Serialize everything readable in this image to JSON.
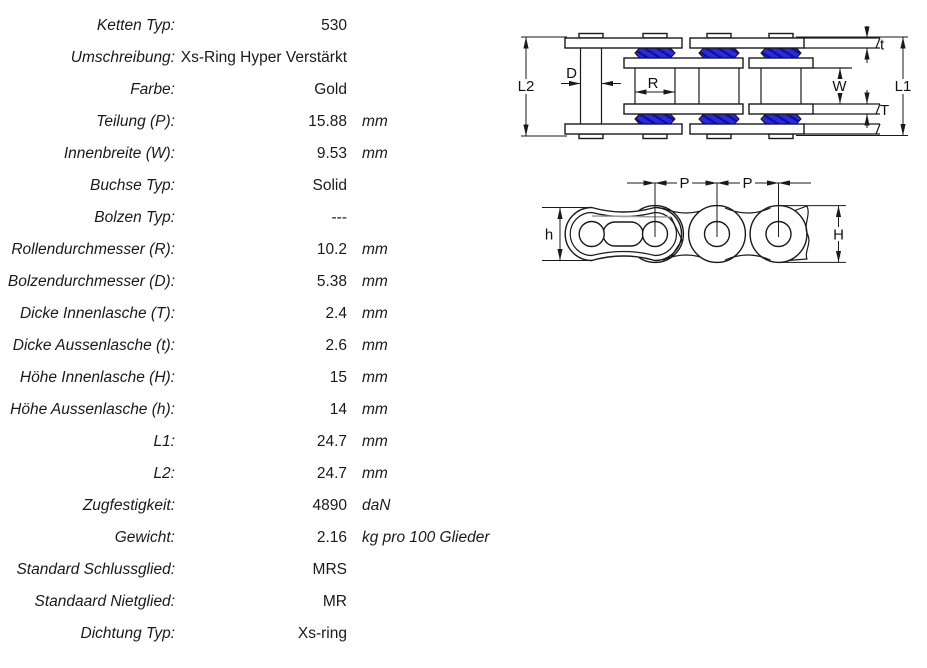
{
  "spec_table": {
    "rows": [
      {
        "label": "Ketten Typ:",
        "value": "530",
        "unit": ""
      },
      {
        "label": "Umschreibung:",
        "value": "Xs-Ring Hyper Verstärkt",
        "unit": ""
      },
      {
        "label": "Farbe:",
        "value": "Gold",
        "unit": ""
      },
      {
        "label": "Teilung (P):",
        "value": "15.88",
        "unit": "mm"
      },
      {
        "label": "Innenbreite (W):",
        "value": "9.53",
        "unit": "mm"
      },
      {
        "label": "Buchse Typ:",
        "value": "Solid",
        "unit": ""
      },
      {
        "label": "Bolzen Typ:",
        "value": "---",
        "unit": ""
      },
      {
        "label": "Rollendurchmesser (R):",
        "value": "10.2",
        "unit": "mm"
      },
      {
        "label": "Bolzendurchmesser (D):",
        "value": "5.38",
        "unit": "mm"
      },
      {
        "label": "Dicke Innenlasche (T):",
        "value": "2.4",
        "unit": "mm"
      },
      {
        "label": "Dicke Aussenlasche (t):",
        "value": "2.6",
        "unit": "mm"
      },
      {
        "label": "Höhe Innenlasche (H):",
        "value": "15",
        "unit": "mm"
      },
      {
        "label": "Höhe Aussenlasche (h):",
        "value": "14",
        "unit": "mm"
      },
      {
        "label": "L1:",
        "value": "24.7",
        "unit": "mm"
      },
      {
        "label": "L2:",
        "value": "24.7",
        "unit": "mm"
      },
      {
        "label": "Zugfestigkeit:",
        "value": "4890",
        "unit": "daN"
      },
      {
        "label": "Gewicht:",
        "value": "2.16",
        "unit": "kg pro 100 Glieder"
      },
      {
        "label": "Standard Schlussglied:",
        "value": "MRS",
        "unit": ""
      },
      {
        "label": "Standaard Nietglied:",
        "value": "MR",
        "unit": ""
      },
      {
        "label": "Dichtung Typ:",
        "value": "Xs-ring",
        "unit": ""
      }
    ]
  },
  "diagram": {
    "dims": {
      "l2": "L2",
      "d": "D",
      "r": "R",
      "w": "W",
      "t_outer": "t",
      "t_inner": "T",
      "l1": "L1",
      "p": "P",
      "h_outer": "h",
      "h_inner": "H"
    },
    "colors": {
      "seal_fill": "#2a2ae2",
      "seal_hatch": "#0f0f95",
      "line": "#1a1a1a"
    }
  }
}
